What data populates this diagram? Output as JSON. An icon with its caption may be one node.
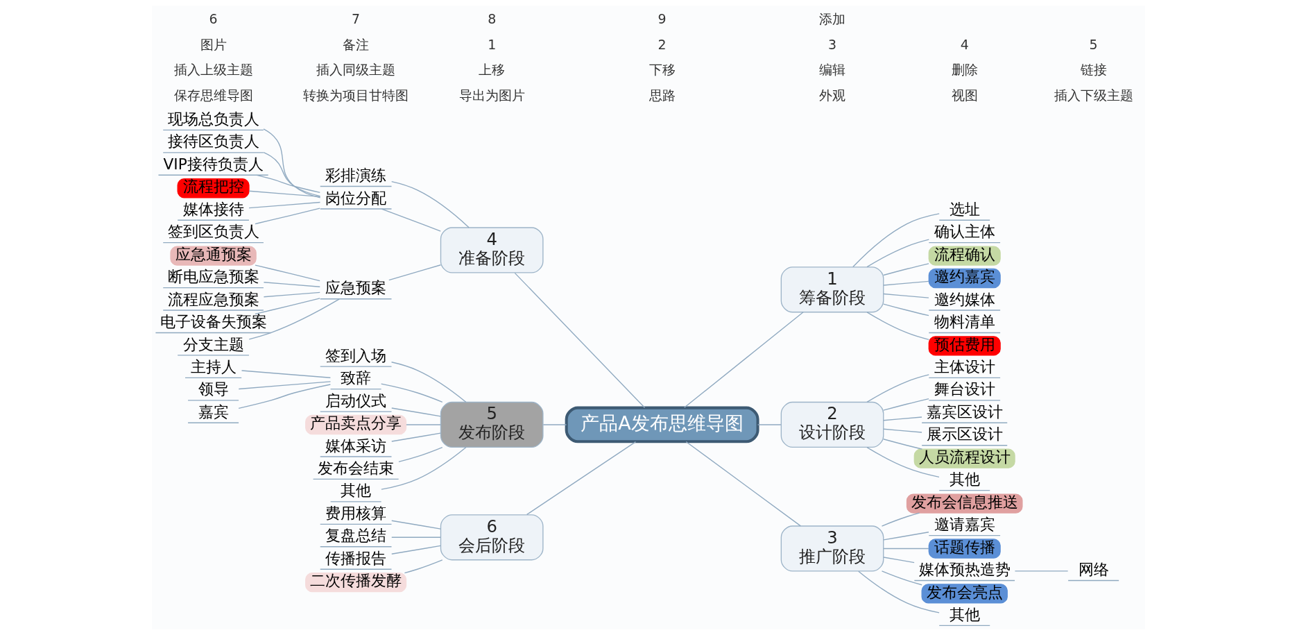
{
  "diagram": {
    "nodes": [
      {
        "text": [
          "产品A发布思维导图"
        ]
      },
      {
        "text": [
          "1",
          "筹备阶段"
        ]
      },
      {
        "text": [
          "选址"
        ]
      },
      {
        "text": [
          "确认主体"
        ]
      },
      {
        "text": [
          "流程确认"
        ]
      },
      {
        "text": [
          "邀约嘉宾"
        ]
      },
      {
        "text": [
          "邀约媒体"
        ]
      },
      {
        "text": [
          "物料清单"
        ]
      },
      {
        "text": [
          "预估费用"
        ]
      },
      {
        "text": [
          "2",
          "设计阶段"
        ]
      },
      {
        "text": [
          "主体设计"
        ]
      },
      {
        "text": [
          "舞台设计"
        ]
      },
      {
        "text": [
          "嘉宾区设计"
        ]
      },
      {
        "text": [
          "展示区设计"
        ]
      },
      {
        "text": [
          "人员流程设计"
        ]
      },
      {
        "text": [
          "其他"
        ]
      },
      {
        "text": [
          "3",
          "推广阶段"
        ]
      },
      {
        "text": [
          "发布会信息推送"
        ]
      },
      {
        "text": [
          "邀请嘉宾"
        ]
      },
      {
        "text": [
          "话题传播"
        ]
      },
      {
        "text": [
          "媒体预热造势"
        ]
      },
      {
        "text": [
          "网络"
        ]
      },
      {
        "text": [
          "发布会亮点"
        ]
      },
      {
        "text": [
          "其他"
        ]
      },
      {
        "text": [
          "4",
          "准备阶段"
        ]
      },
      {
        "text": [
          "彩排演练"
        ]
      },
      {
        "text": [
          "岗位分配"
        ]
      },
      {
        "text": [
          "现场总负责人"
        ]
      },
      {
        "text": [
          "接待区负责人"
        ]
      },
      {
        "text": [
          "VIP接待负责人"
        ]
      },
      {
        "text": [
          "流程把控"
        ]
      },
      {
        "text": [
          "媒体接待"
        ]
      },
      {
        "text": [
          "签到区负责人"
        ]
      },
      {
        "text": [
          "应急预案"
        ]
      },
      {
        "text": [
          "应急通预案"
        ]
      },
      {
        "text": [
          "断电应急预案"
        ]
      },
      {
        "text": [
          "流程应急预案"
        ]
      },
      {
        "text": [
          "电子设备失预案"
        ]
      },
      {
        "text": [
          "分支主题"
        ]
      },
      {
        "text": [
          "5",
          "发布阶段"
        ]
      },
      {
        "text": [
          "签到入场"
        ]
      },
      {
        "text": [
          "致辞"
        ]
      },
      {
        "text": [
          "主持人"
        ]
      },
      {
        "text": [
          "领导"
        ]
      },
      {
        "text": [
          "嘉宾"
        ]
      },
      {
        "text": [
          "启动仪式"
        ]
      },
      {
        "text": [
          "产品卖点分享"
        ]
      },
      {
        "text": [
          "媒体采访"
        ]
      },
      {
        "text": [
          "发布会结束"
        ]
      },
      {
        "text": [
          "其他"
        ]
      },
      {
        "text": [
          "6",
          "会后阶段"
        ]
      },
      {
        "text": [
          "费用核算"
        ]
      },
      {
        "text": [
          "复盘总结"
        ]
      },
      {
        "text": [
          "传播报告"
        ]
      },
      {
        "text": [
          "二次传播发酵"
        ]
      }
    ],
    "edges": [
      {
        "from": 0,
        "to": 1,
        "arrow": "none"
      },
      {
        "from": 1,
        "to": 2,
        "arrow": "none"
      },
      {
        "from": 1,
        "to": 3,
        "arrow": "none"
      },
      {
        "from": 1,
        "to": 4,
        "arrow": "none"
      },
      {
        "from": 1,
        "to": 5,
        "arrow": "none"
      },
      {
        "from": 1,
        "to": 6,
        "arrow": "none"
      },
      {
        "from": 1,
        "to": 7,
        "arrow": "none"
      },
      {
        "from": 1,
        "to": 8,
        "arrow": "none"
      },
      {
        "from": 0,
        "to": 9,
        "arrow": "none"
      },
      {
        "from": 9,
        "to": 10,
        "arrow": "none"
      },
      {
        "from": 9,
        "to": 11,
        "arrow": "none"
      },
      {
        "from": 9,
        "to": 12,
        "arrow": "none"
      },
      {
        "from": 9,
        "to": 13,
        "arrow": "none"
      },
      {
        "from": 9,
        "to": 14,
        "arrow": "none"
      },
      {
        "from": 9,
        "to": 15,
        "arrow": "none"
      },
      {
        "from": 0,
        "to": 16,
        "arrow": "none"
      },
      {
        "from": 16,
        "to": 17,
        "arrow": "none"
      },
      {
        "from": 16,
        "to": 18,
        "arrow": "none"
      },
      {
        "from": 16,
        "to": 19,
        "arrow": "none"
      },
      {
        "from": 16,
        "to": 20,
        "arrow": "none"
      },
      {
        "from": 20,
        "to": 21,
        "arrow": "none"
      },
      {
        "from": 16,
        "to": 22,
        "arrow": "none"
      },
      {
        "from": 16,
        "to": 23,
        "arrow": "none"
      },
      {
        "from": 0,
        "to": 24,
        "arrow": "none"
      },
      {
        "from": 24,
        "to": 25,
        "arrow": "none"
      },
      {
        "from": 24,
        "to": 26,
        "arrow": "none"
      },
      {
        "from": 26,
        "to": 27,
        "arrow": "none"
      },
      {
        "from": 26,
        "to": 28,
        "arrow": "none"
      },
      {
        "from": 26,
        "to": 29,
        "arrow": "none"
      },
      {
        "from": 26,
        "to": 30,
        "arrow": "none"
      },
      {
        "from": 26,
        "to": 31,
        "arrow": "none"
      },
      {
        "from": 26,
        "to": 32,
        "arrow": "none"
      },
      {
        "from": 24,
        "to": 33,
        "arrow": "none"
      },
      {
        "from": 33,
        "to": 34,
        "arrow": "none"
      },
      {
        "from": 33,
        "to": 35,
        "arrow": "none"
      },
      {
        "from": 33,
        "to": 36,
        "arrow": "none"
      },
      {
        "from": 33,
        "to": 37,
        "arrow": "none"
      },
      {
        "from": 33,
        "to": 38,
        "arrow": "none"
      },
      {
        "from": 0,
        "to": 39,
        "arrow": "none"
      },
      {
        "from": 39,
        "to": 40,
        "arrow": "none"
      },
      {
        "from": 39,
        "to": 41,
        "arrow": "none"
      },
      {
        "from": 41,
        "to": 42,
        "arrow": "none"
      },
      {
        "from": 41,
        "to": 43,
        "arrow": "none"
      },
      {
        "from": 41,
        "to": 44,
        "arrow": "none"
      },
      {
        "from": 39,
        "to": 45,
        "arrow": "none"
      },
      {
        "from": 39,
        "to": 46,
        "arrow": "none"
      },
      {
        "from": 39,
        "to": 47,
        "arrow": "none"
      },
      {
        "from": 39,
        "to": 48,
        "arrow": "none"
      },
      {
        "from": 39,
        "to": 49,
        "arrow": "none"
      },
      {
        "from": 0,
        "to": 50,
        "arrow": "none"
      },
      {
        "from": 50,
        "to": 51,
        "arrow": "none"
      },
      {
        "from": 50,
        "to": 52,
        "arrow": "none"
      },
      {
        "from": 50,
        "to": 53,
        "arrow": "none"
      },
      {
        "from": 50,
        "to": 54,
        "arrow": "none"
      }
    ],
    "labels": [
      "保存思维导图",
      "转换为项目甘特图",
      "导出为图片",
      "思路",
      "外观",
      "视图",
      "插入下级主题",
      "插入上级主题",
      "插入同级主题",
      "上移",
      "下移",
      "编辑",
      "删除",
      "链接",
      "图片",
      "备注",
      "1",
      "2",
      "3",
      "4",
      "5",
      "6",
      "7",
      "8",
      "9",
      "添加"
    ]
  }
}
